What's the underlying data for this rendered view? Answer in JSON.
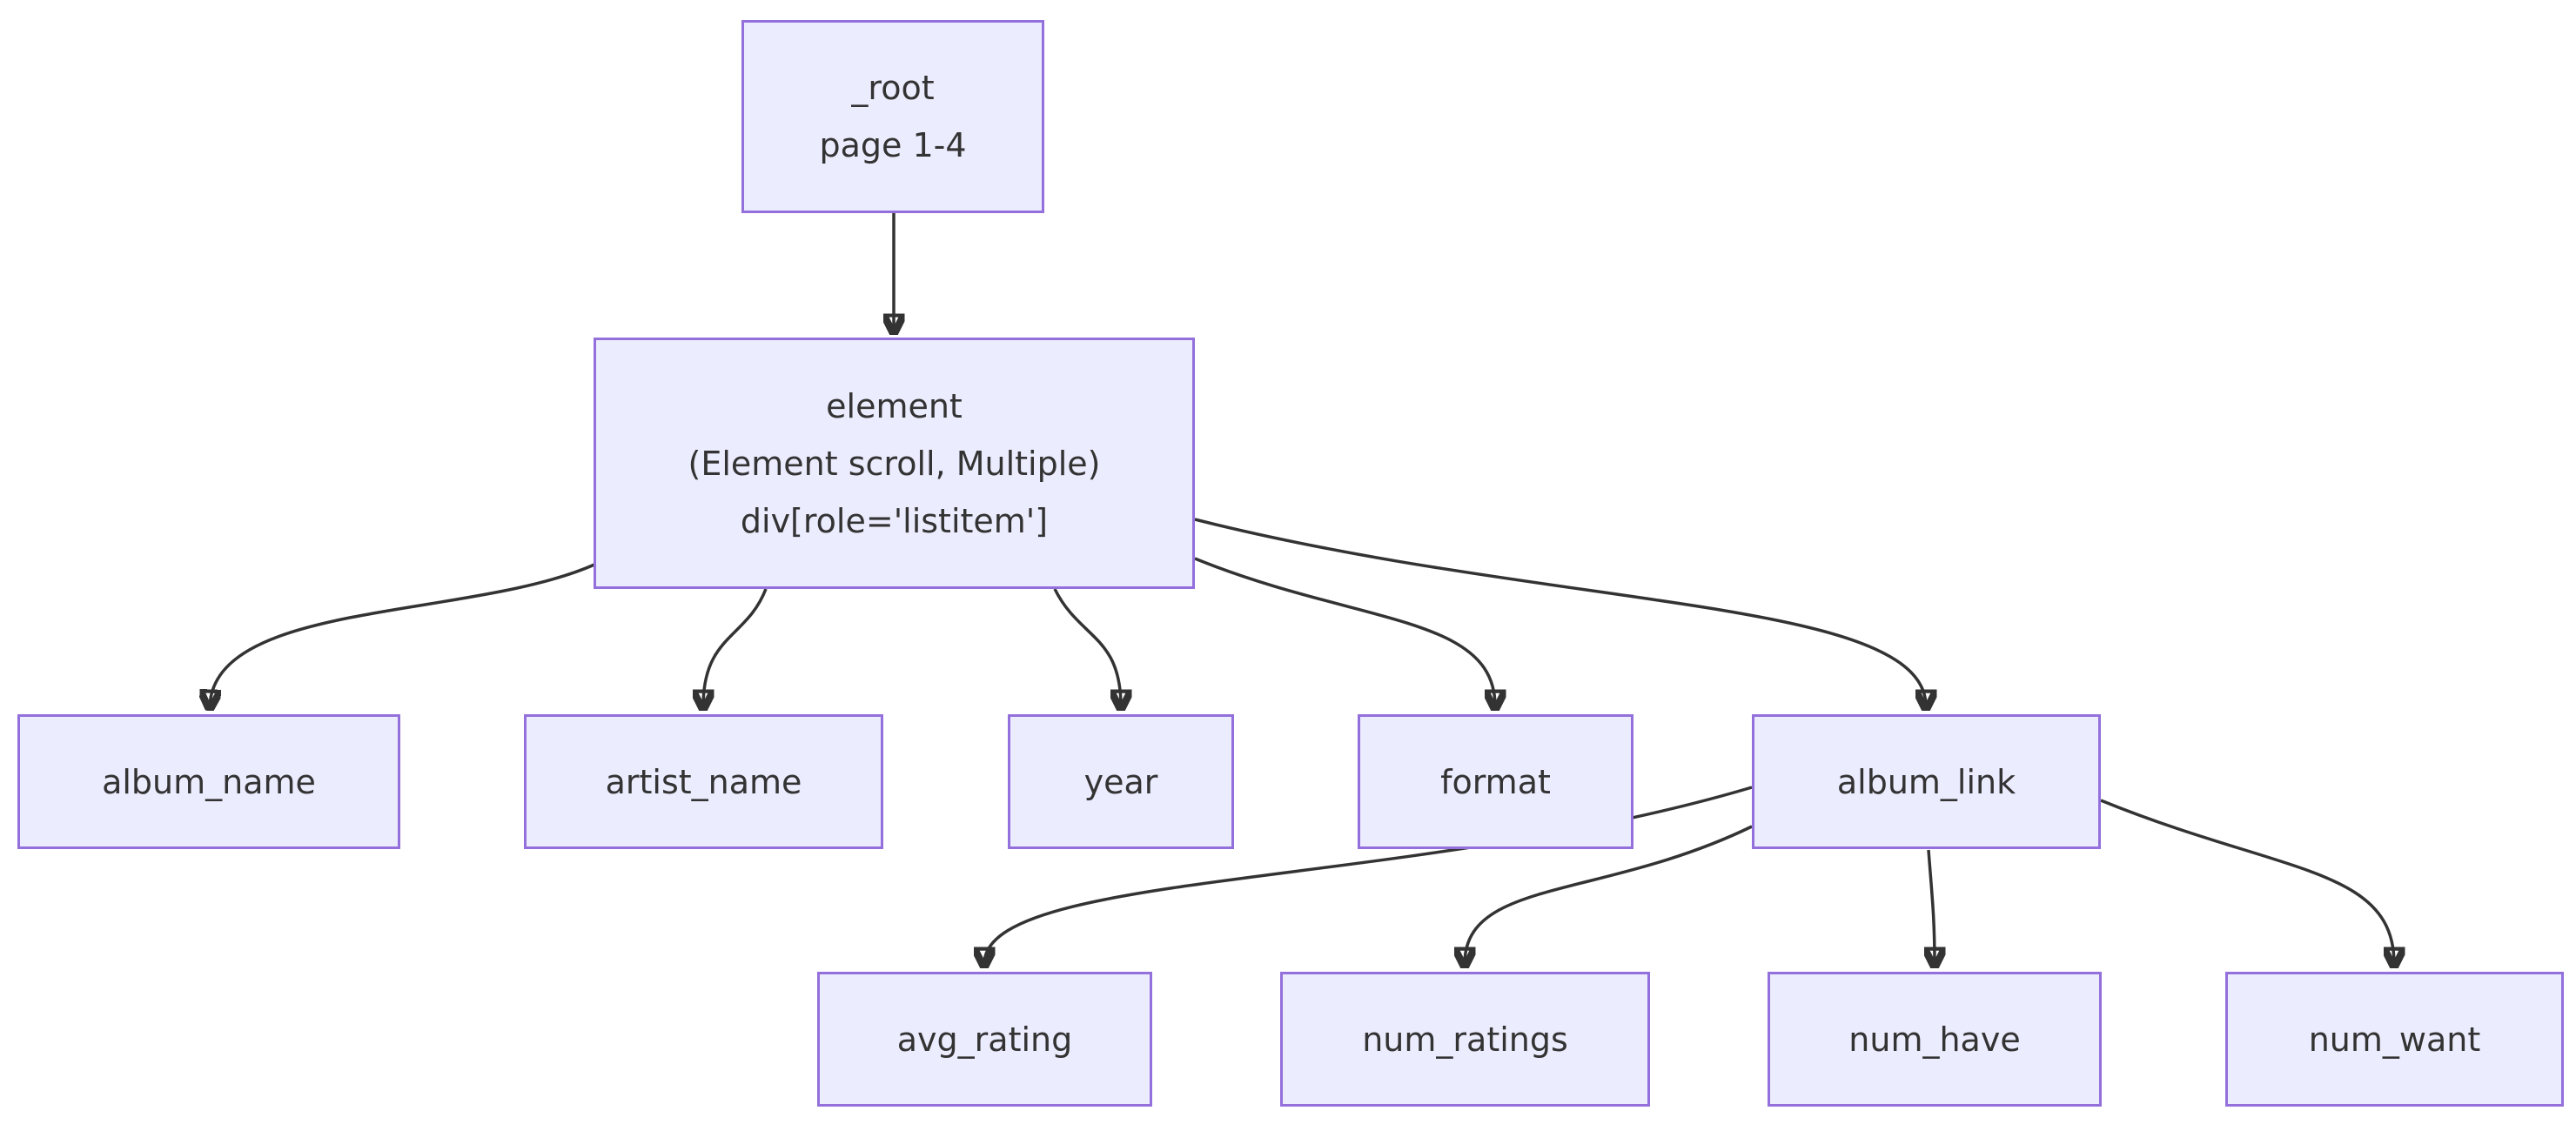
{
  "diagram": {
    "type": "flowchart-tree",
    "direction": "top-down",
    "nodes": {
      "root": {
        "lines": [
          "_root",
          "page 1-4"
        ]
      },
      "element": {
        "lines": [
          "element",
          "(Element scroll, Multiple)",
          "div[role='listitem']"
        ]
      },
      "album_name": {
        "lines": [
          "album_name"
        ]
      },
      "artist_name": {
        "lines": [
          "artist_name"
        ]
      },
      "year": {
        "lines": [
          "year"
        ]
      },
      "format": {
        "lines": [
          "format"
        ]
      },
      "album_link": {
        "lines": [
          "album_link"
        ]
      },
      "avg_rating": {
        "lines": [
          "avg_rating"
        ]
      },
      "num_ratings": {
        "lines": [
          "num_ratings"
        ]
      },
      "num_have": {
        "lines": [
          "num_have"
        ]
      },
      "num_want": {
        "lines": [
          "num_want"
        ]
      }
    },
    "edges": [
      {
        "from": "_root",
        "to": "element"
      },
      {
        "from": "element",
        "to": "album_name"
      },
      {
        "from": "element",
        "to": "artist_name"
      },
      {
        "from": "element",
        "to": "year"
      },
      {
        "from": "element",
        "to": "format"
      },
      {
        "from": "element",
        "to": "album_link"
      },
      {
        "from": "album_link",
        "to": "avg_rating"
      },
      {
        "from": "album_link",
        "to": "num_ratings"
      },
      {
        "from": "album_link",
        "to": "num_have"
      },
      {
        "from": "album_link",
        "to": "num_want"
      }
    ],
    "colors": {
      "node_fill": "#ECECFF",
      "node_border": "#9370DB",
      "edge": "#333333",
      "text": "#333333",
      "background": "#FFFFFF"
    }
  }
}
